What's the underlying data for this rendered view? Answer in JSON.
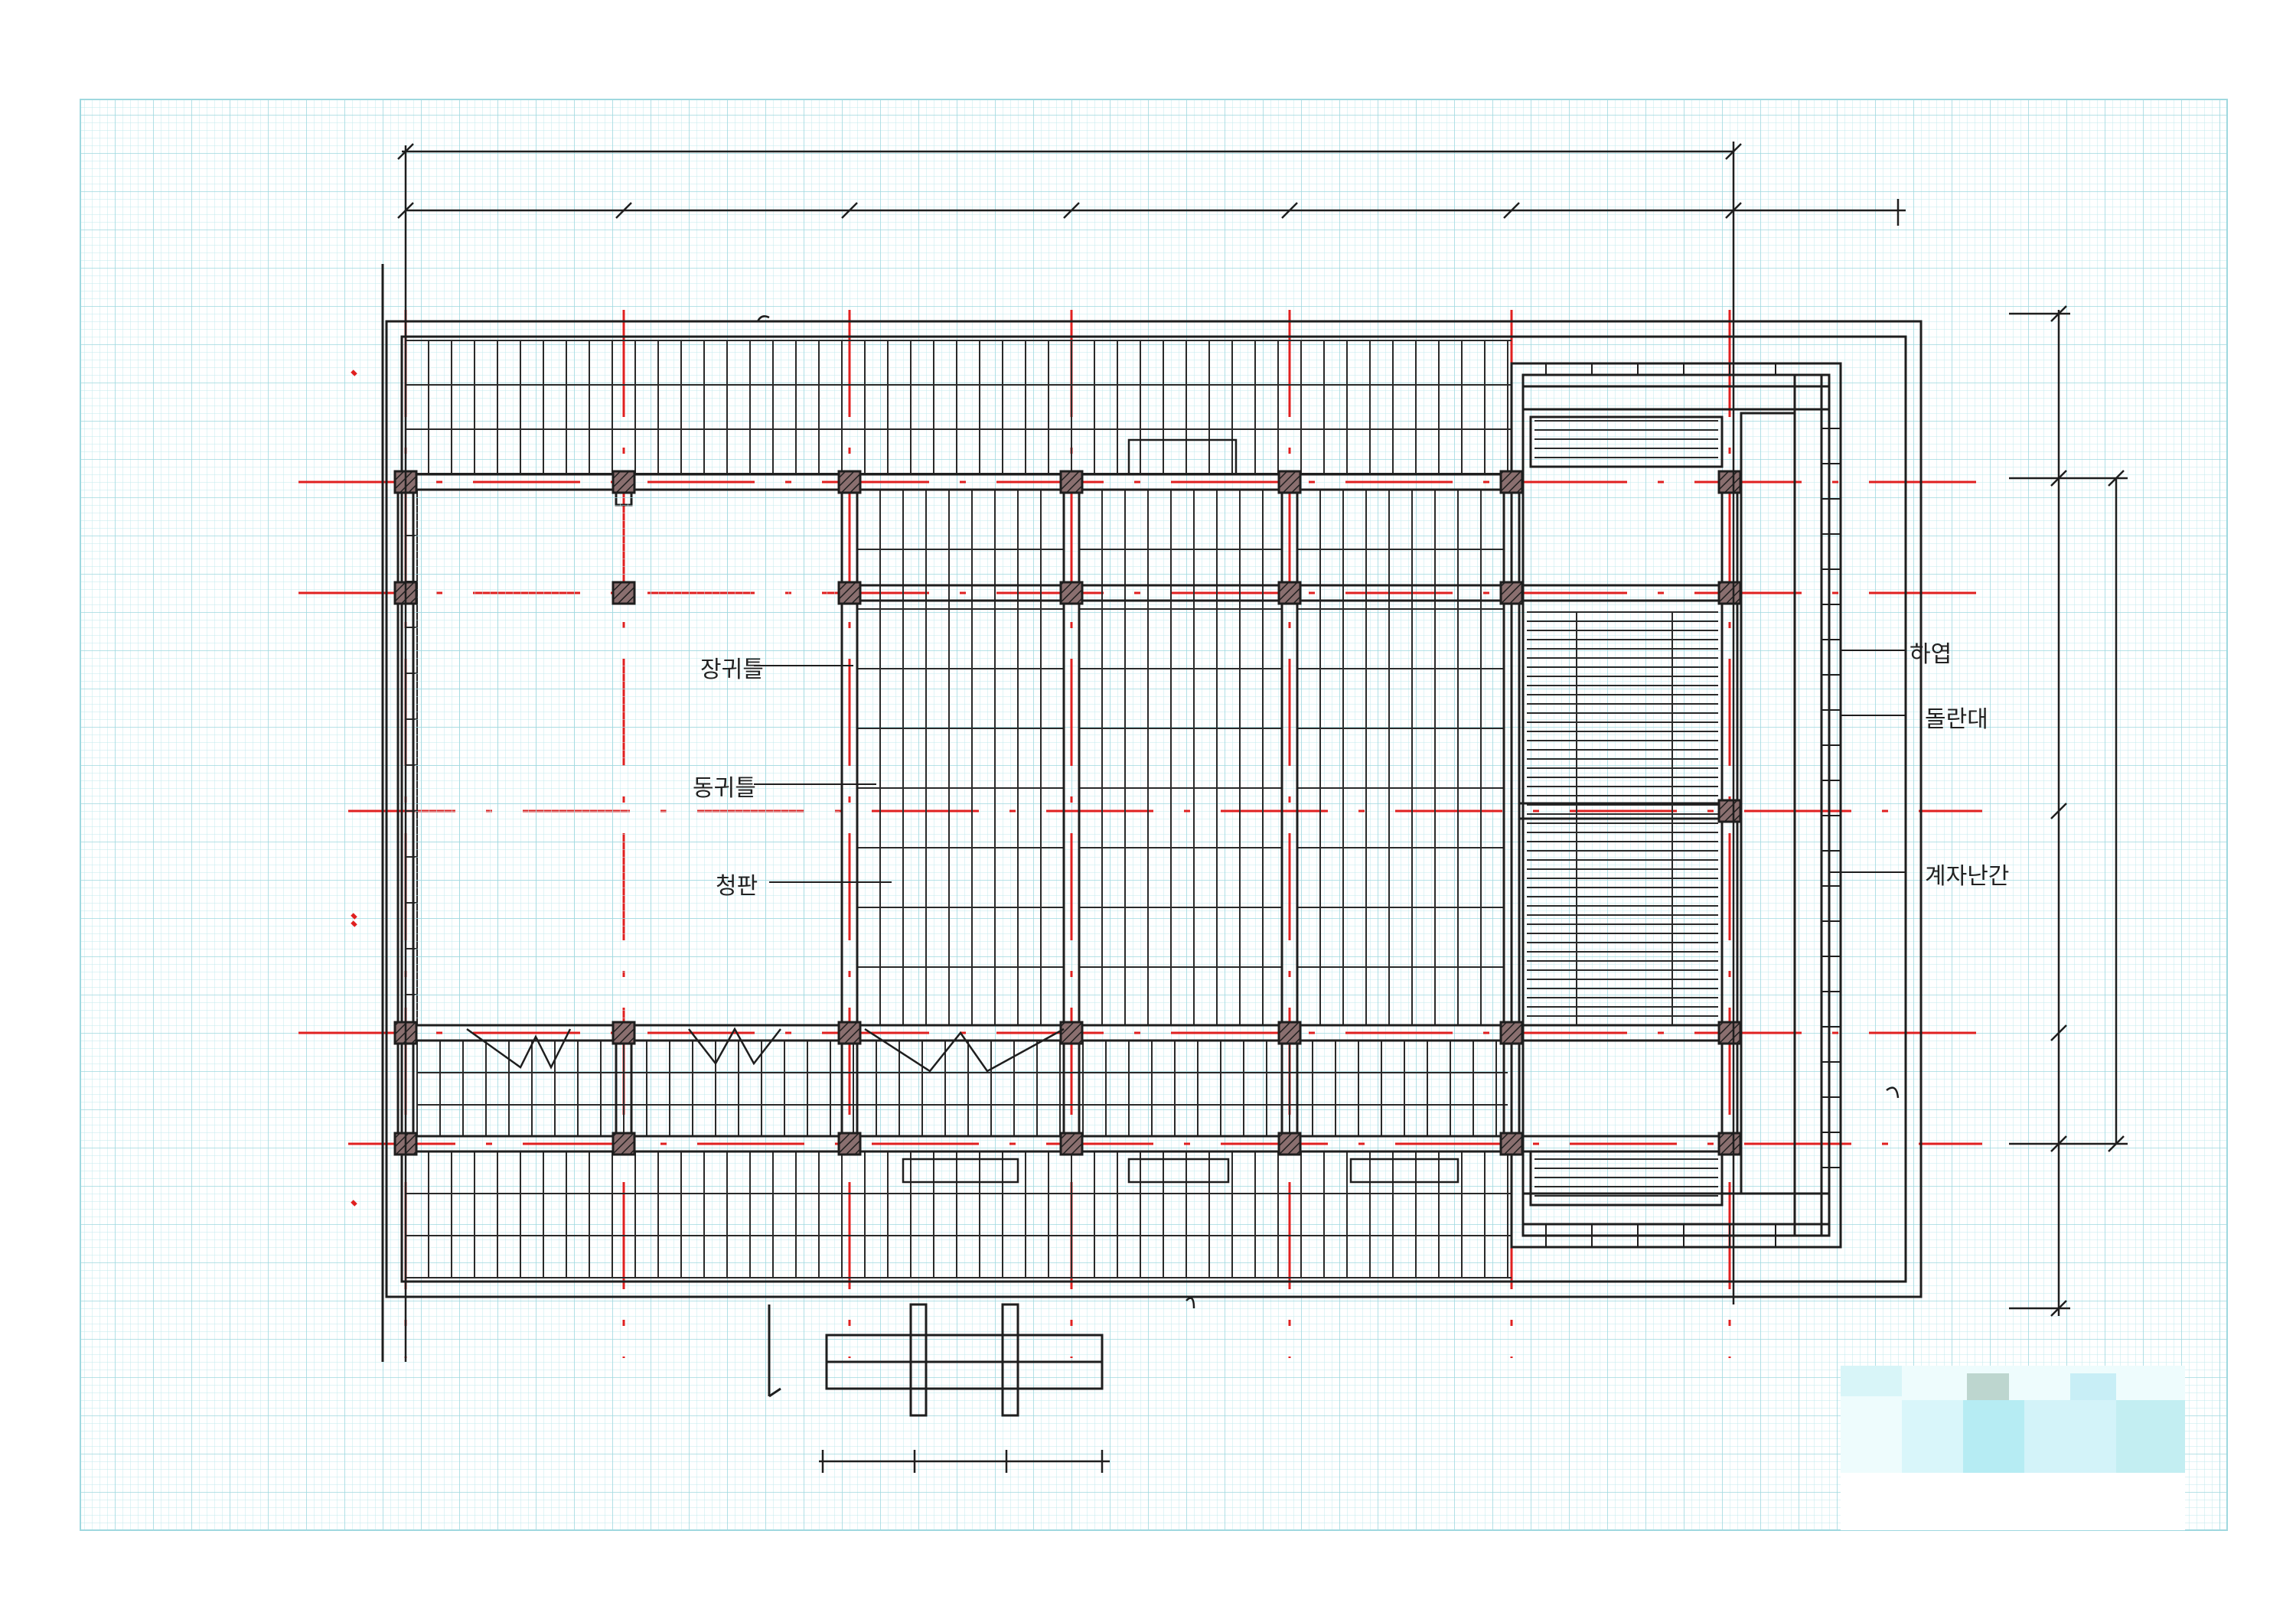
{
  "sheet": {
    "paper_color": "#ffffff",
    "grid_color": "#9fd8df",
    "ink_color": "#1e1e1e",
    "axis_color": "#e02020"
  },
  "annotations": {
    "jeonggwitul": "장귀틀",
    "donggwitul": "동귀틀",
    "cheongpan": "청판",
    "hayeop": "하엽",
    "dolnandae": "돌란대",
    "gyejanangan": "계자난간"
  },
  "title_block": {
    "state": "pixelated"
  }
}
